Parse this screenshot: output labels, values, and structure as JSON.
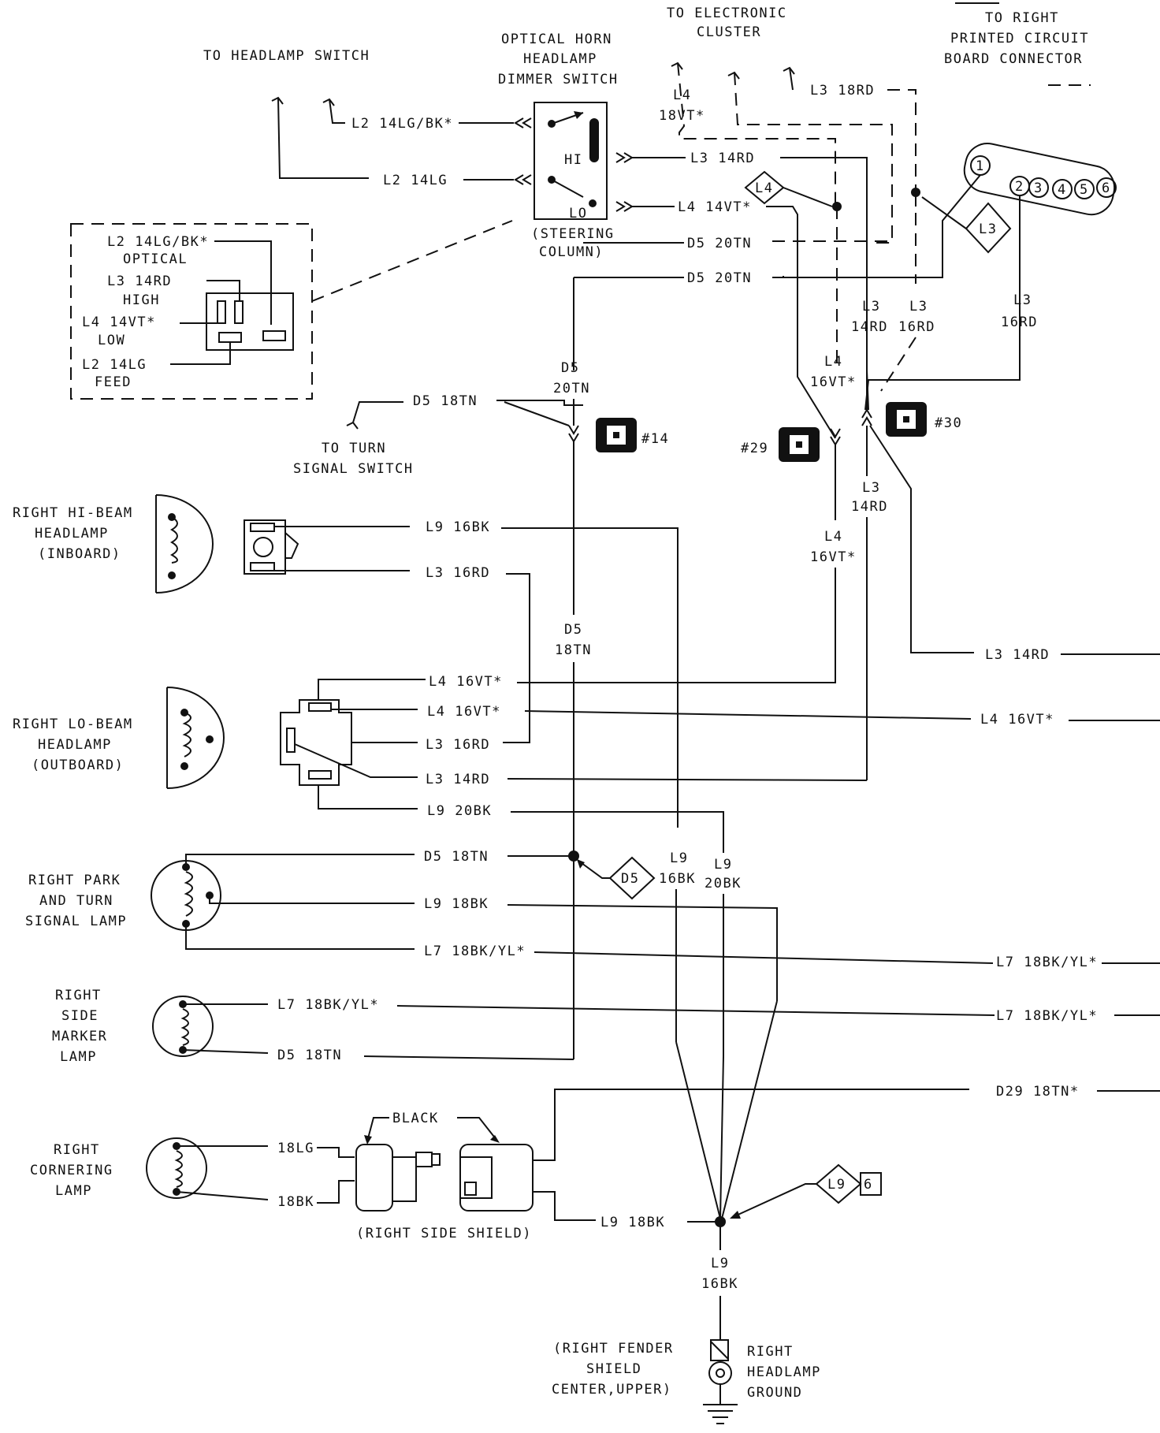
{
  "colors": {
    "ink": "#111111",
    "background": "#ffffff"
  },
  "labels": {
    "to_headlamp_switch": "TO HEADLAMP SWITCH",
    "to_electronic": "TO ELECTRONIC",
    "cluster": "CLUSTER",
    "to_right": "TO RIGHT",
    "printed_circuit": "PRINTED CIRCUIT",
    "board_connector": "BOARD CONNECTOR",
    "optical_horn": "OPTICAL HORN",
    "headlamp": "HEADLAMP",
    "dimmer_switch": "DIMMER SWITCH",
    "hi": "HI",
    "lo": "LO",
    "steering": "(STEERING",
    "column": "COLUMN)",
    "inset_optical": "OPTICAL",
    "inset_high": "HIGH",
    "inset_low": "LOW",
    "inset_feed": "FEED",
    "to_turn": "TO TURN",
    "signal_switch": "SIGNAL SWITCH",
    "right_hi_beam": "RIGHT HI-BEAM",
    "headlamp_word": "HEADLAMP",
    "inboard": "(INBOARD)",
    "right_lo_beam": "RIGHT LO-BEAM",
    "outboard": "(OUTBOARD)",
    "right_park": "RIGHT PARK",
    "and_turn": "AND TURN",
    "signal_lamp": "SIGNAL LAMP",
    "right": "RIGHT",
    "side": "SIDE",
    "marker": "MARKER",
    "lamp": "LAMP",
    "cornering": "CORNERING",
    "black": "BLACK",
    "right_side_shield": "(RIGHT SIDE SHIELD)",
    "right_fender": "(RIGHT FENDER",
    "shield": "SHIELD",
    "center_upper": "CENTER,UPPER)",
    "headlamp_ground": "HEADLAMP",
    "ground": "GROUND"
  },
  "wires": {
    "l2_14lgbk": "L2 14LG/BK*",
    "l2_14lg": "L2 14LG",
    "l4": "L4",
    "w18vt": "18VT*",
    "l3_18rd": "L3 18RD",
    "l3_14rd": "L3 14RD",
    "l4_14vt": "L4 14VT*",
    "d5_20tn": "D5 20TN",
    "l3": "L3",
    "w14rd": "14RD",
    "w16rd": "16RD",
    "w16vt": "16VT*",
    "d5": "D5",
    "w20tn": "20TN",
    "d5_18tn": "D5 18TN",
    "l9_16bk": "L9 16BK",
    "l3_16rd": "L3 16RD",
    "w18tn": "18TN",
    "l4_16vt": "L4 16VT*",
    "l9_20bk": "L9 20BK",
    "l9": "L9",
    "w16bk": "16BK",
    "w20bk": "20BK",
    "l9_18bk": "L9 18BK",
    "l7_18bkyl": "L7 18BK/YL*",
    "d29_18tn": "D29 18TN*",
    "w18lg": "18LG",
    "w18bk": "18BK"
  },
  "connectors": {
    "c14": "#14",
    "c29": "#29",
    "c30": "#30"
  },
  "splices": {
    "l4": "L4",
    "l3": "L3",
    "d5": "D5",
    "l9": "L9",
    "six": "6"
  },
  "pins": [
    "1",
    "2",
    "3",
    "4",
    "5",
    "6"
  ]
}
